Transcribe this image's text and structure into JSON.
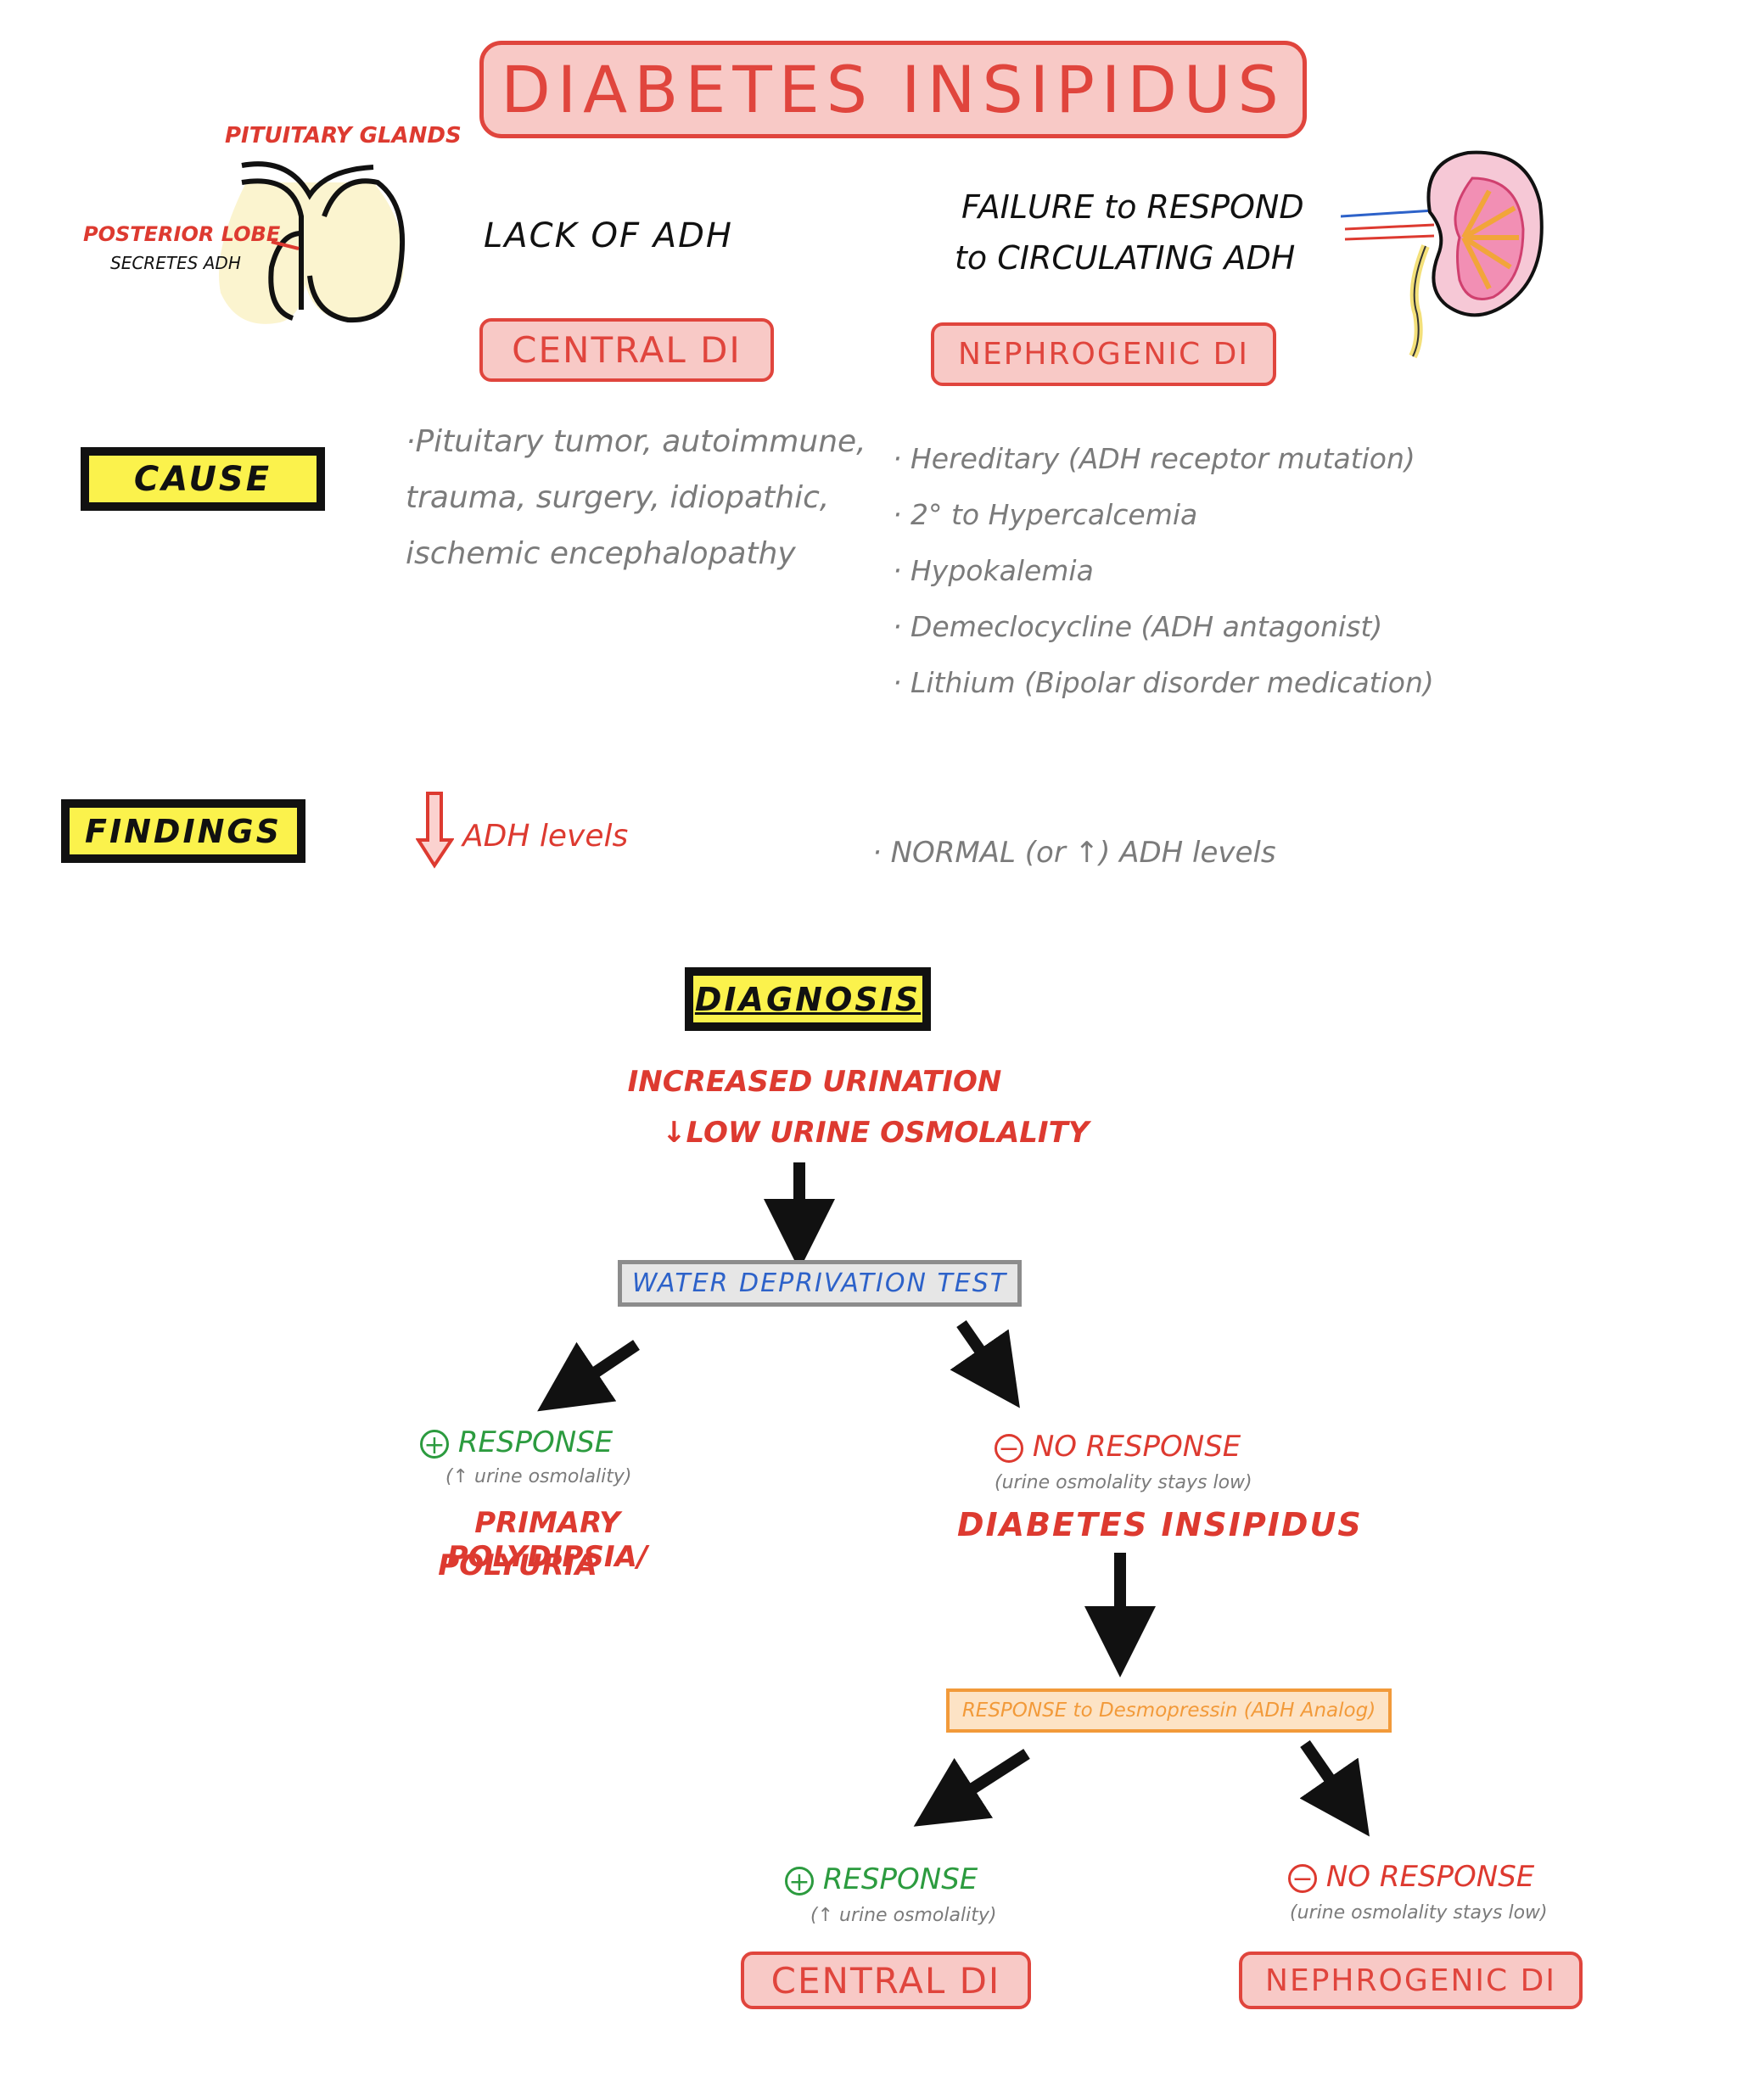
{
  "title": "DIABETES INSIPIDUS",
  "pituitary": {
    "glands_label": "PITUITARY GLANDS",
    "lobe_label": "POSTERIOR LOBE",
    "lobe_note": "SECRETES ADH"
  },
  "central": {
    "description": "LACK OF ADH",
    "label": "CENTRAL DI",
    "causes": [
      "·Pituitary tumor, autoimmune,",
      "trauma, surgery, idiopathic,",
      "ischemic encephalopathy"
    ],
    "finding": "ADH levels"
  },
  "nephrogenic": {
    "description_line1": "FAILURE to RESPOND",
    "description_line2": "to CIRCULATING ADH",
    "label": "NEPHROGENIC DI",
    "causes": [
      "· Hereditary (ADH receptor mutation)",
      "· 2° to Hypercalcemia",
      "· Hypokalemia",
      "· Demeclocycline (ADH antagonist)",
      "· Lithium (Bipolar disorder medication)"
    ],
    "finding": "· NORMAL (or ↑) ADH levels"
  },
  "sections": {
    "cause": "CAUSE",
    "findings": "FINDINGS",
    "diagnosis": "DIAGNOSIS"
  },
  "diagnosis": {
    "symptom_line1": "INCREASED URINATION",
    "symptom_line2": "LOW URINE OSMOLALITY",
    "test1": "WATER DEPRIVATION TEST",
    "positive_label": "RESPONSE",
    "positive_note": "(↑ urine osmolality)",
    "positive_result_line1": "PRIMARY POLYDIPSIA/",
    "positive_result_line2": "POLYURIA",
    "negative_label": "NO RESPONSE",
    "negative_note": "(urine osmolality stays low)",
    "negative_result": "DIABETES INSIPIDUS",
    "test2": "RESPONSE to Desmopressin (ADH Analog)",
    "final_positive_label": "RESPONSE",
    "final_positive_note": "(↑ urine osmolality)",
    "final_positive_result": "CENTRAL DI",
    "final_negative_label": "NO RESPONSE",
    "final_negative_note": "(urine osmolality stays low)",
    "final_negative_result": "NEPHROGENIC DI"
  },
  "colors": {
    "red": "#dd3a30",
    "pink_fill": "#f8c9c6",
    "yellow": "#fbf24c",
    "green": "#2c9b3f",
    "blue": "#2d62c9",
    "orange": "#f29a3a",
    "gray_text": "#7b7b7b"
  }
}
